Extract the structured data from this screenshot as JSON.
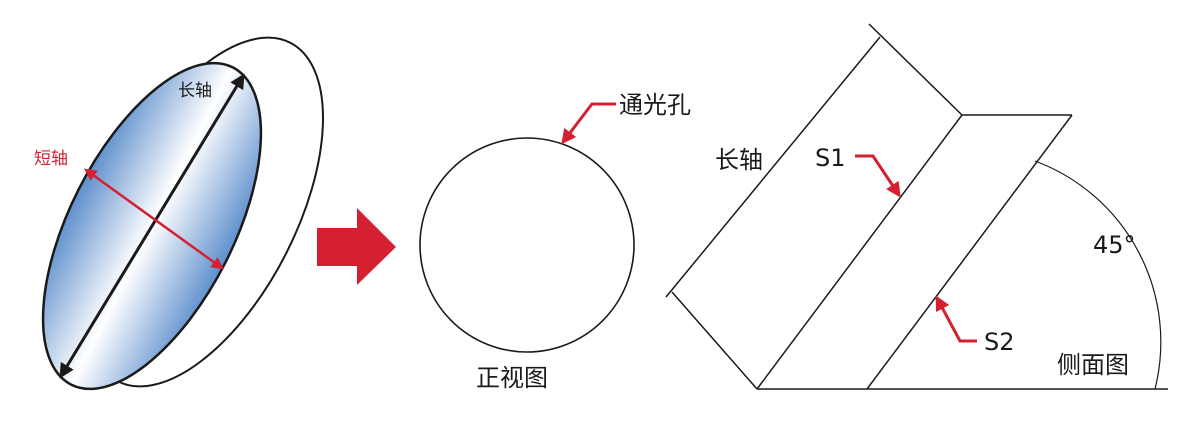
{
  "left": {
    "long_axis_label": "长轴",
    "short_axis_label": "短轴"
  },
  "middle": {
    "aperture_label": "通光孔",
    "front_view_label": "正视图"
  },
  "right": {
    "long_axis_label": "长轴",
    "s1_label": "S1",
    "s2_label": "S2",
    "angle_label": "45°",
    "side_view_label": "侧面图"
  },
  "colors": {
    "accent": "#d42030",
    "ellipse_edge": "#5e8fcc",
    "ellipse_center": "#ffffff",
    "line": "#1a1a1a"
  }
}
